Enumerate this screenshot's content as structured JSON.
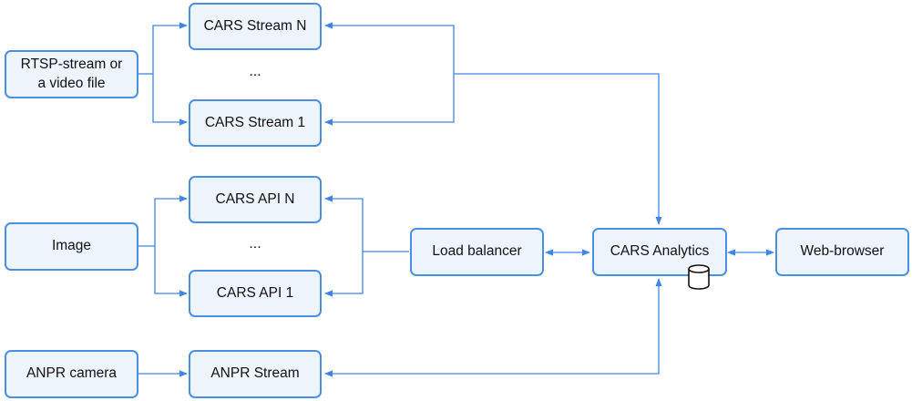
{
  "nodes": {
    "rtsp_source": "RTSP-stream or\na video file",
    "cars_stream_n": "CARS Stream N",
    "cars_stream_1": "CARS Stream 1",
    "image": "Image",
    "cars_api_n": "CARS API N",
    "cars_api_1": "CARS API 1",
    "load_balancer": "Load balancer",
    "cars_analytics": "CARS Analytics",
    "web_browser": "Web-browser",
    "anpr_camera": "ANPR camera",
    "anpr_stream": "ANPR Stream"
  },
  "ellipses": {
    "streams": "...",
    "apis": "..."
  },
  "colors": {
    "border": "#4a8fe0",
    "fill": "#eef4fc",
    "arrow": "#3d86e6"
  },
  "icons": {
    "database": "database-icon"
  }
}
